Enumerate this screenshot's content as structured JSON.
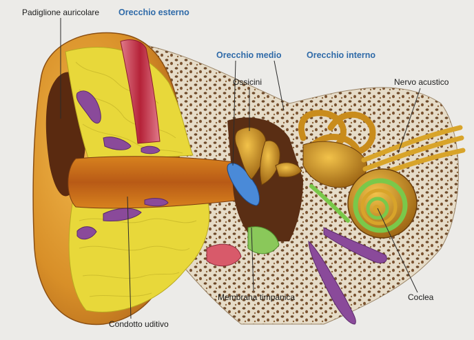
{
  "labels": {
    "padiglione": "Padiglione auricolare",
    "esterno": "Orecchio esterno",
    "medio": "Orecchio medio",
    "interno": "Orecchio interno",
    "ossicini": "Ossicini",
    "nervo": "Nervo acustico",
    "condotto": "Condotto uditivo",
    "membrana": "Membrana timpanica",
    "coclea": "Coclea"
  },
  "colors": {
    "background": "#ecebe8",
    "cartilage": "#e8d83a",
    "skin": "#d99a2c",
    "canal": "#c46a1e",
    "bone": "#e6dcc8",
    "bone_pore": "#6e4a2a",
    "ossicle": "#c98c1c",
    "muscle": "#c2324a",
    "vein": "#8a4a9a",
    "tympanum": "#4a8ad8",
    "cochlea_green": "#7ac84a",
    "region_blue": "#2f6aa8"
  }
}
